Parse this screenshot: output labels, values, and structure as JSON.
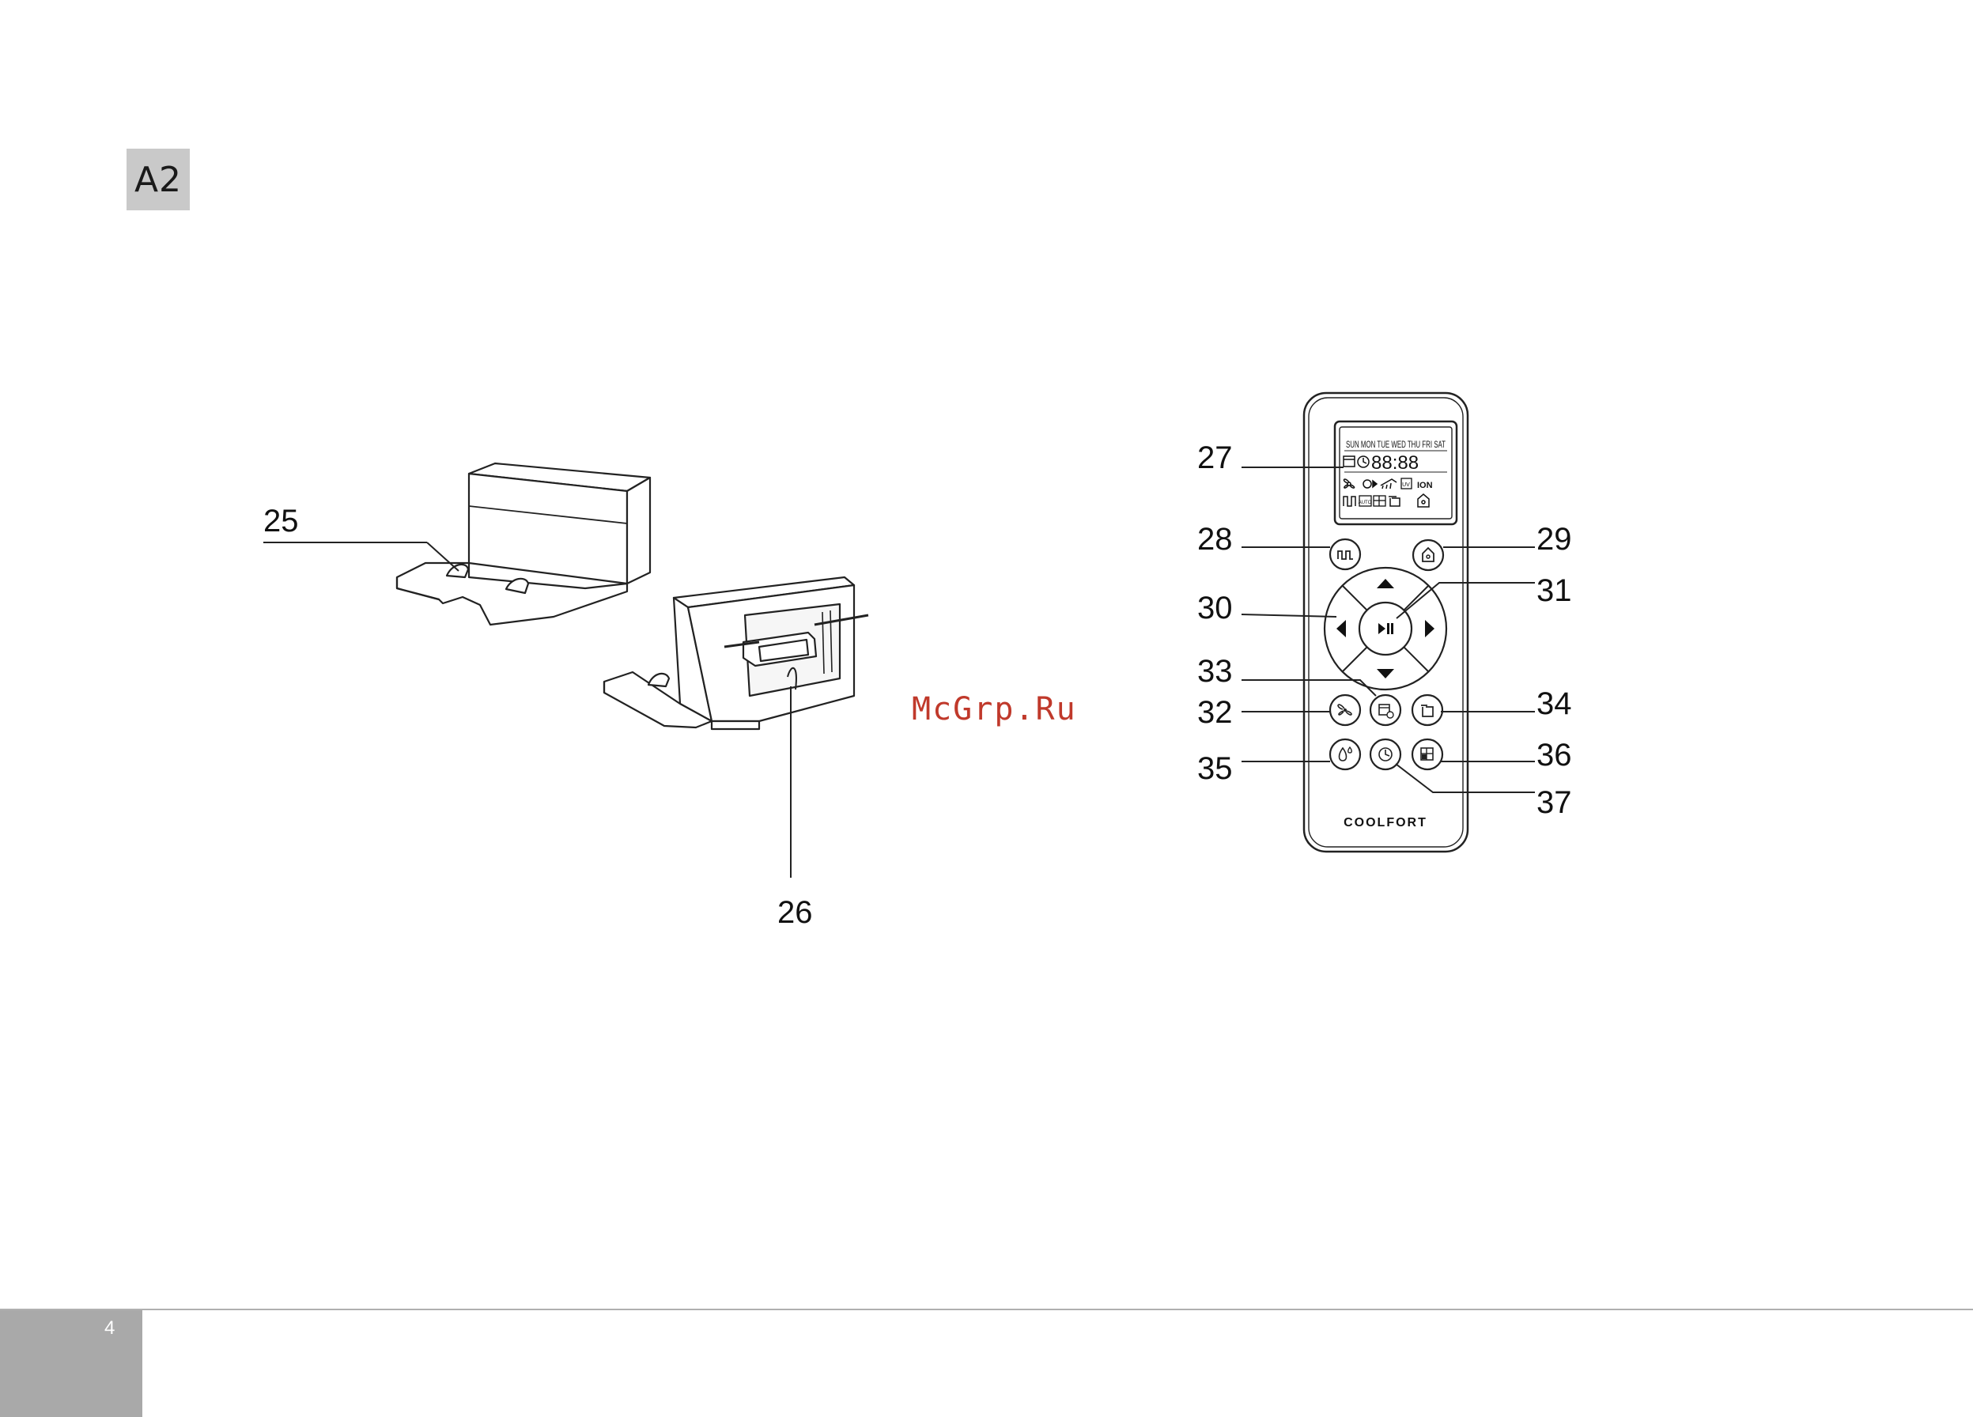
{
  "section_tag": "A2",
  "dock_callouts": {
    "c25": "25",
    "c26": "26"
  },
  "remote_callouts": {
    "c27": "27",
    "c28": "28",
    "c29": "29",
    "c30": "30",
    "c31": "31",
    "c32": "32",
    "c33": "33",
    "c34": "34",
    "c35": "35",
    "c36": "36",
    "c37": "37"
  },
  "remote": {
    "days": "SUN MON TUE WED THU FRI SAT",
    "time_digits": "88:88",
    "ion_label": "ION",
    "brand": "COOLFORT"
  },
  "watermark": "McGrp.Ru",
  "footer": {
    "page_number": "4"
  }
}
